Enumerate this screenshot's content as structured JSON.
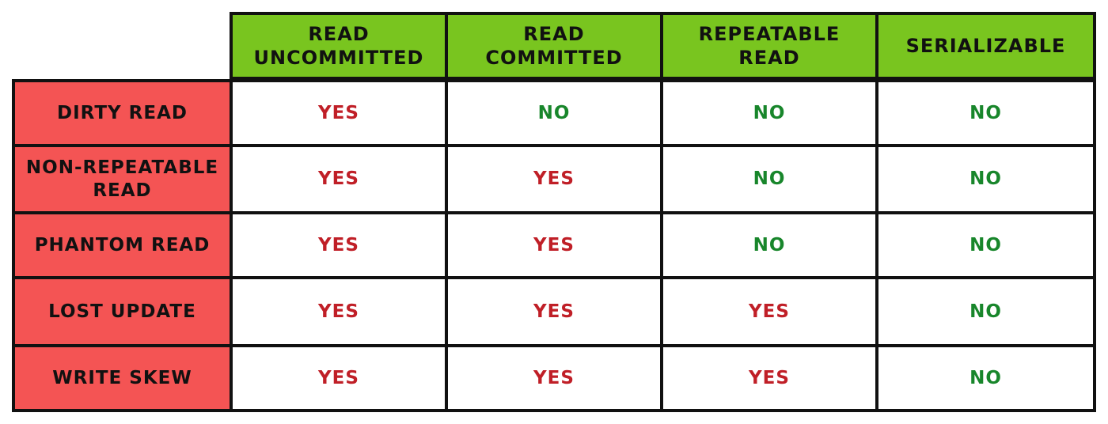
{
  "table": {
    "columns": [
      {
        "label": "READ\nUNCOMMITTED"
      },
      {
        "label": "READ\nCOMMITTED"
      },
      {
        "label": "REPEATABLE\nREAD"
      },
      {
        "label": "SERIALIZABLE"
      }
    ],
    "rows": [
      {
        "label": "DIRTY READ",
        "cells": [
          "YES",
          "NO",
          "NO",
          "NO"
        ]
      },
      {
        "label": "NON-REPEATABLE\nREAD",
        "cells": [
          "YES",
          "YES",
          "NO",
          "NO"
        ]
      },
      {
        "label": "PHANTOM READ",
        "cells": [
          "YES",
          "YES",
          "NO",
          "NO"
        ]
      },
      {
        "label": "LOST UPDATE",
        "cells": [
          "YES",
          "YES",
          "YES",
          "NO"
        ]
      },
      {
        "label": "WRITE SKEW",
        "cells": [
          "YES",
          "YES",
          "YES",
          "NO"
        ]
      }
    ],
    "colors": {
      "header_green": "#79c51f",
      "row_red": "#f45454",
      "yes_text": "#c01f27",
      "no_text": "#18862b",
      "border": "#111111"
    }
  }
}
